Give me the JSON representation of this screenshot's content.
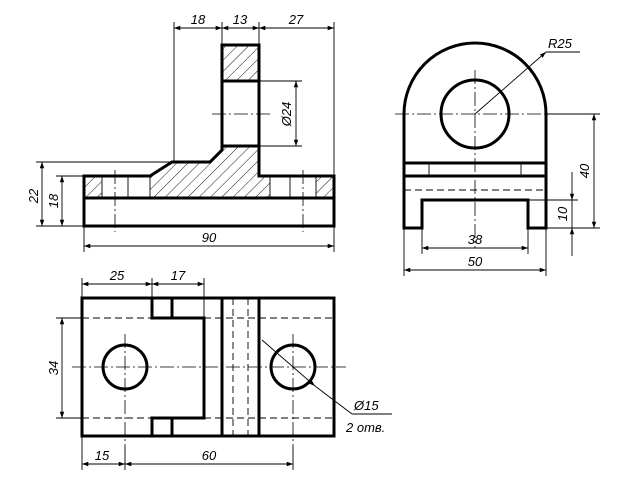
{
  "front_view": {
    "dims": {
      "d18": "18",
      "d13": "13",
      "d27": "27",
      "d24": "Ø24",
      "d22": "22",
      "d18b": "18",
      "d90": "90"
    }
  },
  "side_view": {
    "dims": {
      "r25": "R25",
      "d40": "40",
      "d10": "10",
      "d38": "38",
      "d50": "50"
    }
  },
  "top_view": {
    "dims": {
      "d25": "25",
      "d17": "17",
      "d34": "34",
      "d15a": "15",
      "d60": "60",
      "d15": "Ø15",
      "note": "2 отв."
    }
  }
}
